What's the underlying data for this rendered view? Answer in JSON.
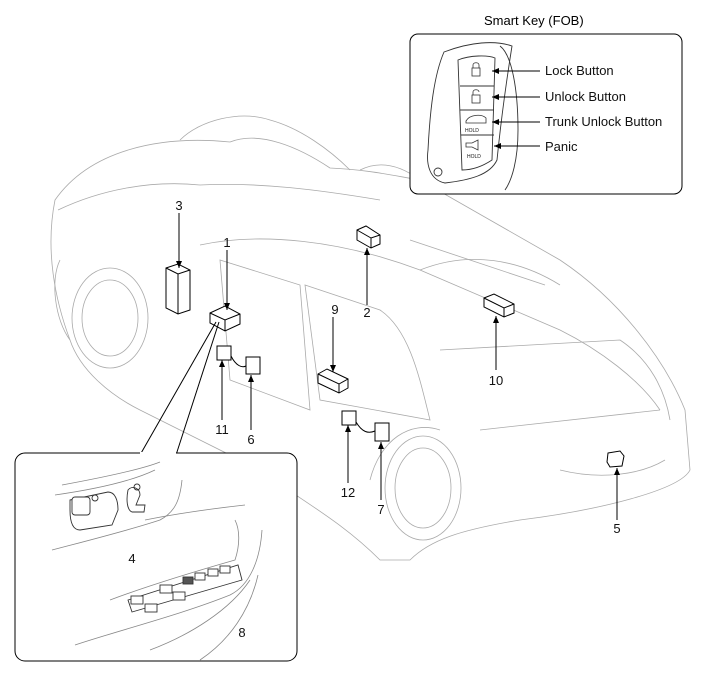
{
  "fob": {
    "title": "Smart Key (FOB)",
    "buttons": [
      {
        "label": "Lock Button",
        "icon": "lock-icon"
      },
      {
        "label": "Unlock Button",
        "icon": "unlock-icon"
      },
      {
        "label": "Trunk Unlock Button",
        "icon": "trunk-icon",
        "hold_text": "HOLD"
      },
      {
        "label": "Panic",
        "icon": "panic-horn-icon",
        "hold_text": "HOLD"
      }
    ]
  },
  "callouts": [
    "1",
    "2",
    "3",
    "4",
    "5",
    "6",
    "7",
    "8",
    "9",
    "10",
    "11",
    "12"
  ]
}
